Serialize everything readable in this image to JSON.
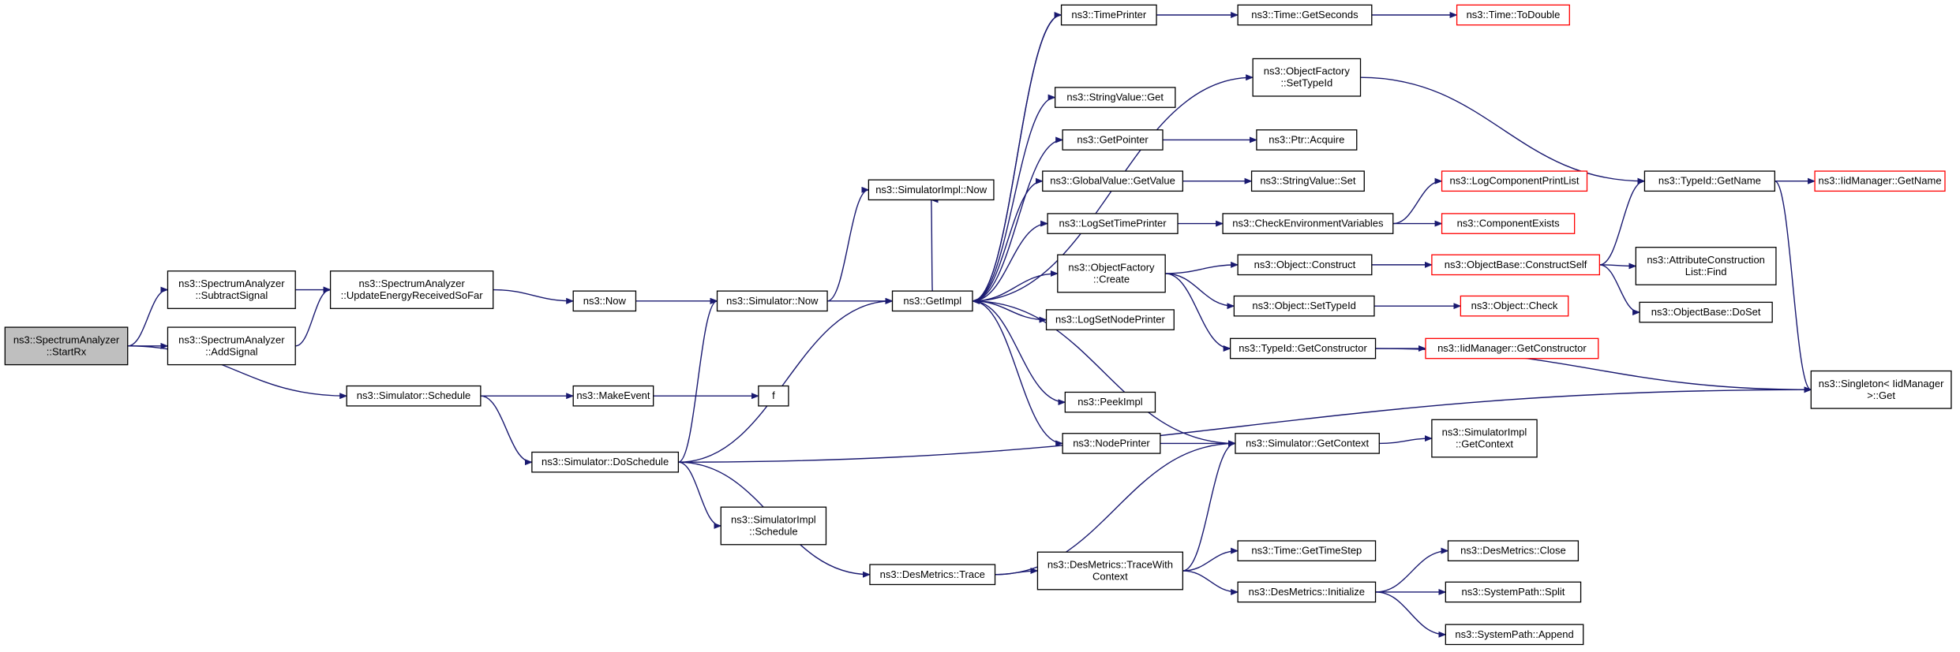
{
  "diagram": {
    "title": "",
    "edge_color": "#191970",
    "truncated_border_color": "#ff0000",
    "root_fill_color": "#bfbfbf",
    "nodes": [
      {
        "id": "root",
        "lines": [
          "ns3::SpectrumAnalyzer",
          "::StartRx"
        ],
        "root": true
      },
      {
        "id": "subtract",
        "lines": [
          "ns3::SpectrumAnalyzer",
          "::SubtractSignal"
        ]
      },
      {
        "id": "addsig",
        "lines": [
          "ns3::SpectrumAnalyzer",
          "::AddSignal"
        ]
      },
      {
        "id": "update",
        "lines": [
          "ns3::SpectrumAnalyzer",
          "::UpdateEnergyReceivedSoFar"
        ]
      },
      {
        "id": "now",
        "lines": [
          "ns3::Now"
        ]
      },
      {
        "id": "simnow",
        "lines": [
          "ns3::Simulator::Now"
        ]
      },
      {
        "id": "implnow",
        "lines": [
          "ns3::SimulatorImpl::Now"
        ]
      },
      {
        "id": "schedule",
        "lines": [
          "ns3::Simulator::Schedule"
        ]
      },
      {
        "id": "makeevent",
        "lines": [
          "ns3::MakeEvent"
        ]
      },
      {
        "id": "f",
        "lines": [
          "f"
        ]
      },
      {
        "id": "doschedule",
        "lines": [
          "ns3::Simulator::DoSchedule"
        ]
      },
      {
        "id": "implschedule",
        "lines": [
          "ns3::SimulatorImpl",
          "::Schedule"
        ]
      },
      {
        "id": "destrace",
        "lines": [
          "ns3::DesMetrics::Trace"
        ]
      },
      {
        "id": "getimpl",
        "lines": [
          "ns3::GetImpl"
        ]
      },
      {
        "id": "timeprinter",
        "lines": [
          "ns3::TimePrinter"
        ]
      },
      {
        "id": "getseconds",
        "lines": [
          "ns3::Time::GetSeconds"
        ]
      },
      {
        "id": "todouble",
        "lines": [
          "ns3::Time::ToDouble"
        ],
        "truncated": true
      },
      {
        "id": "ofsettypeid",
        "lines": [
          "ns3::ObjectFactory",
          "::SetTypeId"
        ]
      },
      {
        "id": "strvalget",
        "lines": [
          "ns3::StringValue::Get"
        ]
      },
      {
        "id": "getpointer",
        "lines": [
          "ns3::GetPointer"
        ]
      },
      {
        "id": "acquire",
        "lines": [
          "ns3::Ptr::Acquire"
        ]
      },
      {
        "id": "gvgetvalue",
        "lines": [
          "ns3::GlobalValue::GetValue"
        ]
      },
      {
        "id": "strvalset",
        "lines": [
          "ns3::StringValue::Set"
        ]
      },
      {
        "id": "logsettime",
        "lines": [
          "ns3::LogSetTimePrinter"
        ]
      },
      {
        "id": "checkenv",
        "lines": [
          "ns3::CheckEnvironmentVariables"
        ]
      },
      {
        "id": "logcomp",
        "lines": [
          "ns3::LogComponentPrintList"
        ],
        "truncated": true
      },
      {
        "id": "compexists",
        "lines": [
          "ns3::ComponentExists"
        ],
        "truncated": true
      },
      {
        "id": "ofcreate",
        "lines": [
          "ns3::ObjectFactory",
          "::Create"
        ]
      },
      {
        "id": "objconstruct",
        "lines": [
          "ns3::Object::Construct"
        ]
      },
      {
        "id": "constructself",
        "lines": [
          "ns3::ObjectBase::ConstructSelf"
        ],
        "truncated": true
      },
      {
        "id": "objsettypeid",
        "lines": [
          "ns3::Object::SetTypeId"
        ]
      },
      {
        "id": "objcheck",
        "lines": [
          "ns3::Object::Check"
        ],
        "truncated": true
      },
      {
        "id": "getconstructor",
        "lines": [
          "ns3::TypeId::GetConstructor"
        ]
      },
      {
        "id": "iidgetconstructor",
        "lines": [
          "ns3::IidManager::GetConstructor"
        ],
        "truncated": true
      },
      {
        "id": "logsetnode",
        "lines": [
          "ns3::LogSetNodePrinter"
        ]
      },
      {
        "id": "peekimpl",
        "lines": [
          "ns3::PeekImpl"
        ]
      },
      {
        "id": "nodeprinter",
        "lines": [
          "ns3::NodePrinter"
        ]
      },
      {
        "id": "getcontext",
        "lines": [
          "ns3::Simulator::GetContext"
        ]
      },
      {
        "id": "implgetcontext",
        "lines": [
          "ns3::SimulatorImpl",
          "::GetContext"
        ]
      },
      {
        "id": "tracewith",
        "lines": [
          "ns3::DesMetrics::TraceWith",
          "Context"
        ]
      },
      {
        "id": "gettimestep",
        "lines": [
          "ns3::Time::GetTimeStep"
        ]
      },
      {
        "id": "desinit",
        "lines": [
          "ns3::DesMetrics::Initialize"
        ]
      },
      {
        "id": "desclose",
        "lines": [
          "ns3::DesMetrics::Close"
        ]
      },
      {
        "id": "split",
        "lines": [
          "ns3::SystemPath::Split"
        ]
      },
      {
        "id": "append",
        "lines": [
          "ns3::SystemPath::Append"
        ]
      },
      {
        "id": "typeidgetname",
        "lines": [
          "ns3::TypeId::GetName"
        ]
      },
      {
        "id": "iidgetname",
        "lines": [
          "ns3::IidManager::GetName"
        ],
        "truncated": true
      },
      {
        "id": "acfind",
        "lines": [
          "ns3::AttributeConstruction",
          "List::Find"
        ]
      },
      {
        "id": "doset",
        "lines": [
          "ns3::ObjectBase::DoSet"
        ]
      },
      {
        "id": "singleton",
        "lines": [
          "ns3::Singleton< IidManager",
          ">::Get"
        ]
      }
    ],
    "edges": [
      [
        "root",
        "subtract"
      ],
      [
        "root",
        "addsig"
      ],
      [
        "root",
        "schedule"
      ],
      [
        "subtract",
        "update"
      ],
      [
        "addsig",
        "update"
      ],
      [
        "update",
        "now"
      ],
      [
        "now",
        "simnow"
      ],
      [
        "simnow",
        "implnow"
      ],
      [
        "simnow",
        "getimpl"
      ],
      [
        "schedule",
        "makeevent"
      ],
      [
        "schedule",
        "doschedule"
      ],
      [
        "makeevent",
        "f"
      ],
      [
        "doschedule",
        "simnow"
      ],
      [
        "doschedule",
        "getimpl"
      ],
      [
        "doschedule",
        "implschedule"
      ],
      [
        "doschedule",
        "destrace"
      ],
      [
        "doschedule",
        "singleton"
      ],
      [
        "getimpl",
        "timeprinter"
      ],
      [
        "getimpl",
        "ofsettypeid"
      ],
      [
        "getimpl",
        "strvalget"
      ],
      [
        "getimpl",
        "getpointer"
      ],
      [
        "getimpl",
        "gvgetvalue"
      ],
      [
        "getimpl",
        "logsettime"
      ],
      [
        "getimpl",
        "ofcreate"
      ],
      [
        "getimpl",
        "logsetnode"
      ],
      [
        "getimpl",
        "peekimpl"
      ],
      [
        "getimpl",
        "nodeprinter"
      ],
      [
        "getimpl",
        "implnow"
      ],
      [
        "timeprinter",
        "getseconds"
      ],
      [
        "timeprinter",
        "getimpl"
      ],
      [
        "getseconds",
        "todouble"
      ],
      [
        "ofsettypeid",
        "typeidgetname"
      ],
      [
        "getpointer",
        "acquire"
      ],
      [
        "gvgetvalue",
        "strvalset"
      ],
      [
        "logsettime",
        "checkenv"
      ],
      [
        "checkenv",
        "logcomp"
      ],
      [
        "checkenv",
        "compexists"
      ],
      [
        "ofcreate",
        "objconstruct"
      ],
      [
        "ofcreate",
        "objsettypeid"
      ],
      [
        "ofcreate",
        "getconstructor"
      ],
      [
        "objconstruct",
        "constructself"
      ],
      [
        "objsettypeid",
        "objcheck"
      ],
      [
        "getconstructor",
        "iidgetconstructor"
      ],
      [
        "getconstructor",
        "singleton"
      ],
      [
        "constructself",
        "typeidgetname"
      ],
      [
        "constructself",
        "acfind"
      ],
      [
        "constructself",
        "doset"
      ],
      [
        "typeidgetname",
        "iidgetname"
      ],
      [
        "typeidgetname",
        "singleton"
      ],
      [
        "nodeprinter",
        "getcontext"
      ],
      [
        "getcontext",
        "getimpl"
      ],
      [
        "getcontext",
        "implgetcontext"
      ],
      [
        "destrace",
        "getcontext"
      ],
      [
        "destrace",
        "tracewith"
      ],
      [
        "tracewith",
        "getcontext"
      ],
      [
        "tracewith",
        "gettimestep"
      ],
      [
        "tracewith",
        "desinit"
      ],
      [
        "desinit",
        "desclose"
      ],
      [
        "desinit",
        "split"
      ],
      [
        "desinit",
        "append"
      ]
    ]
  }
}
